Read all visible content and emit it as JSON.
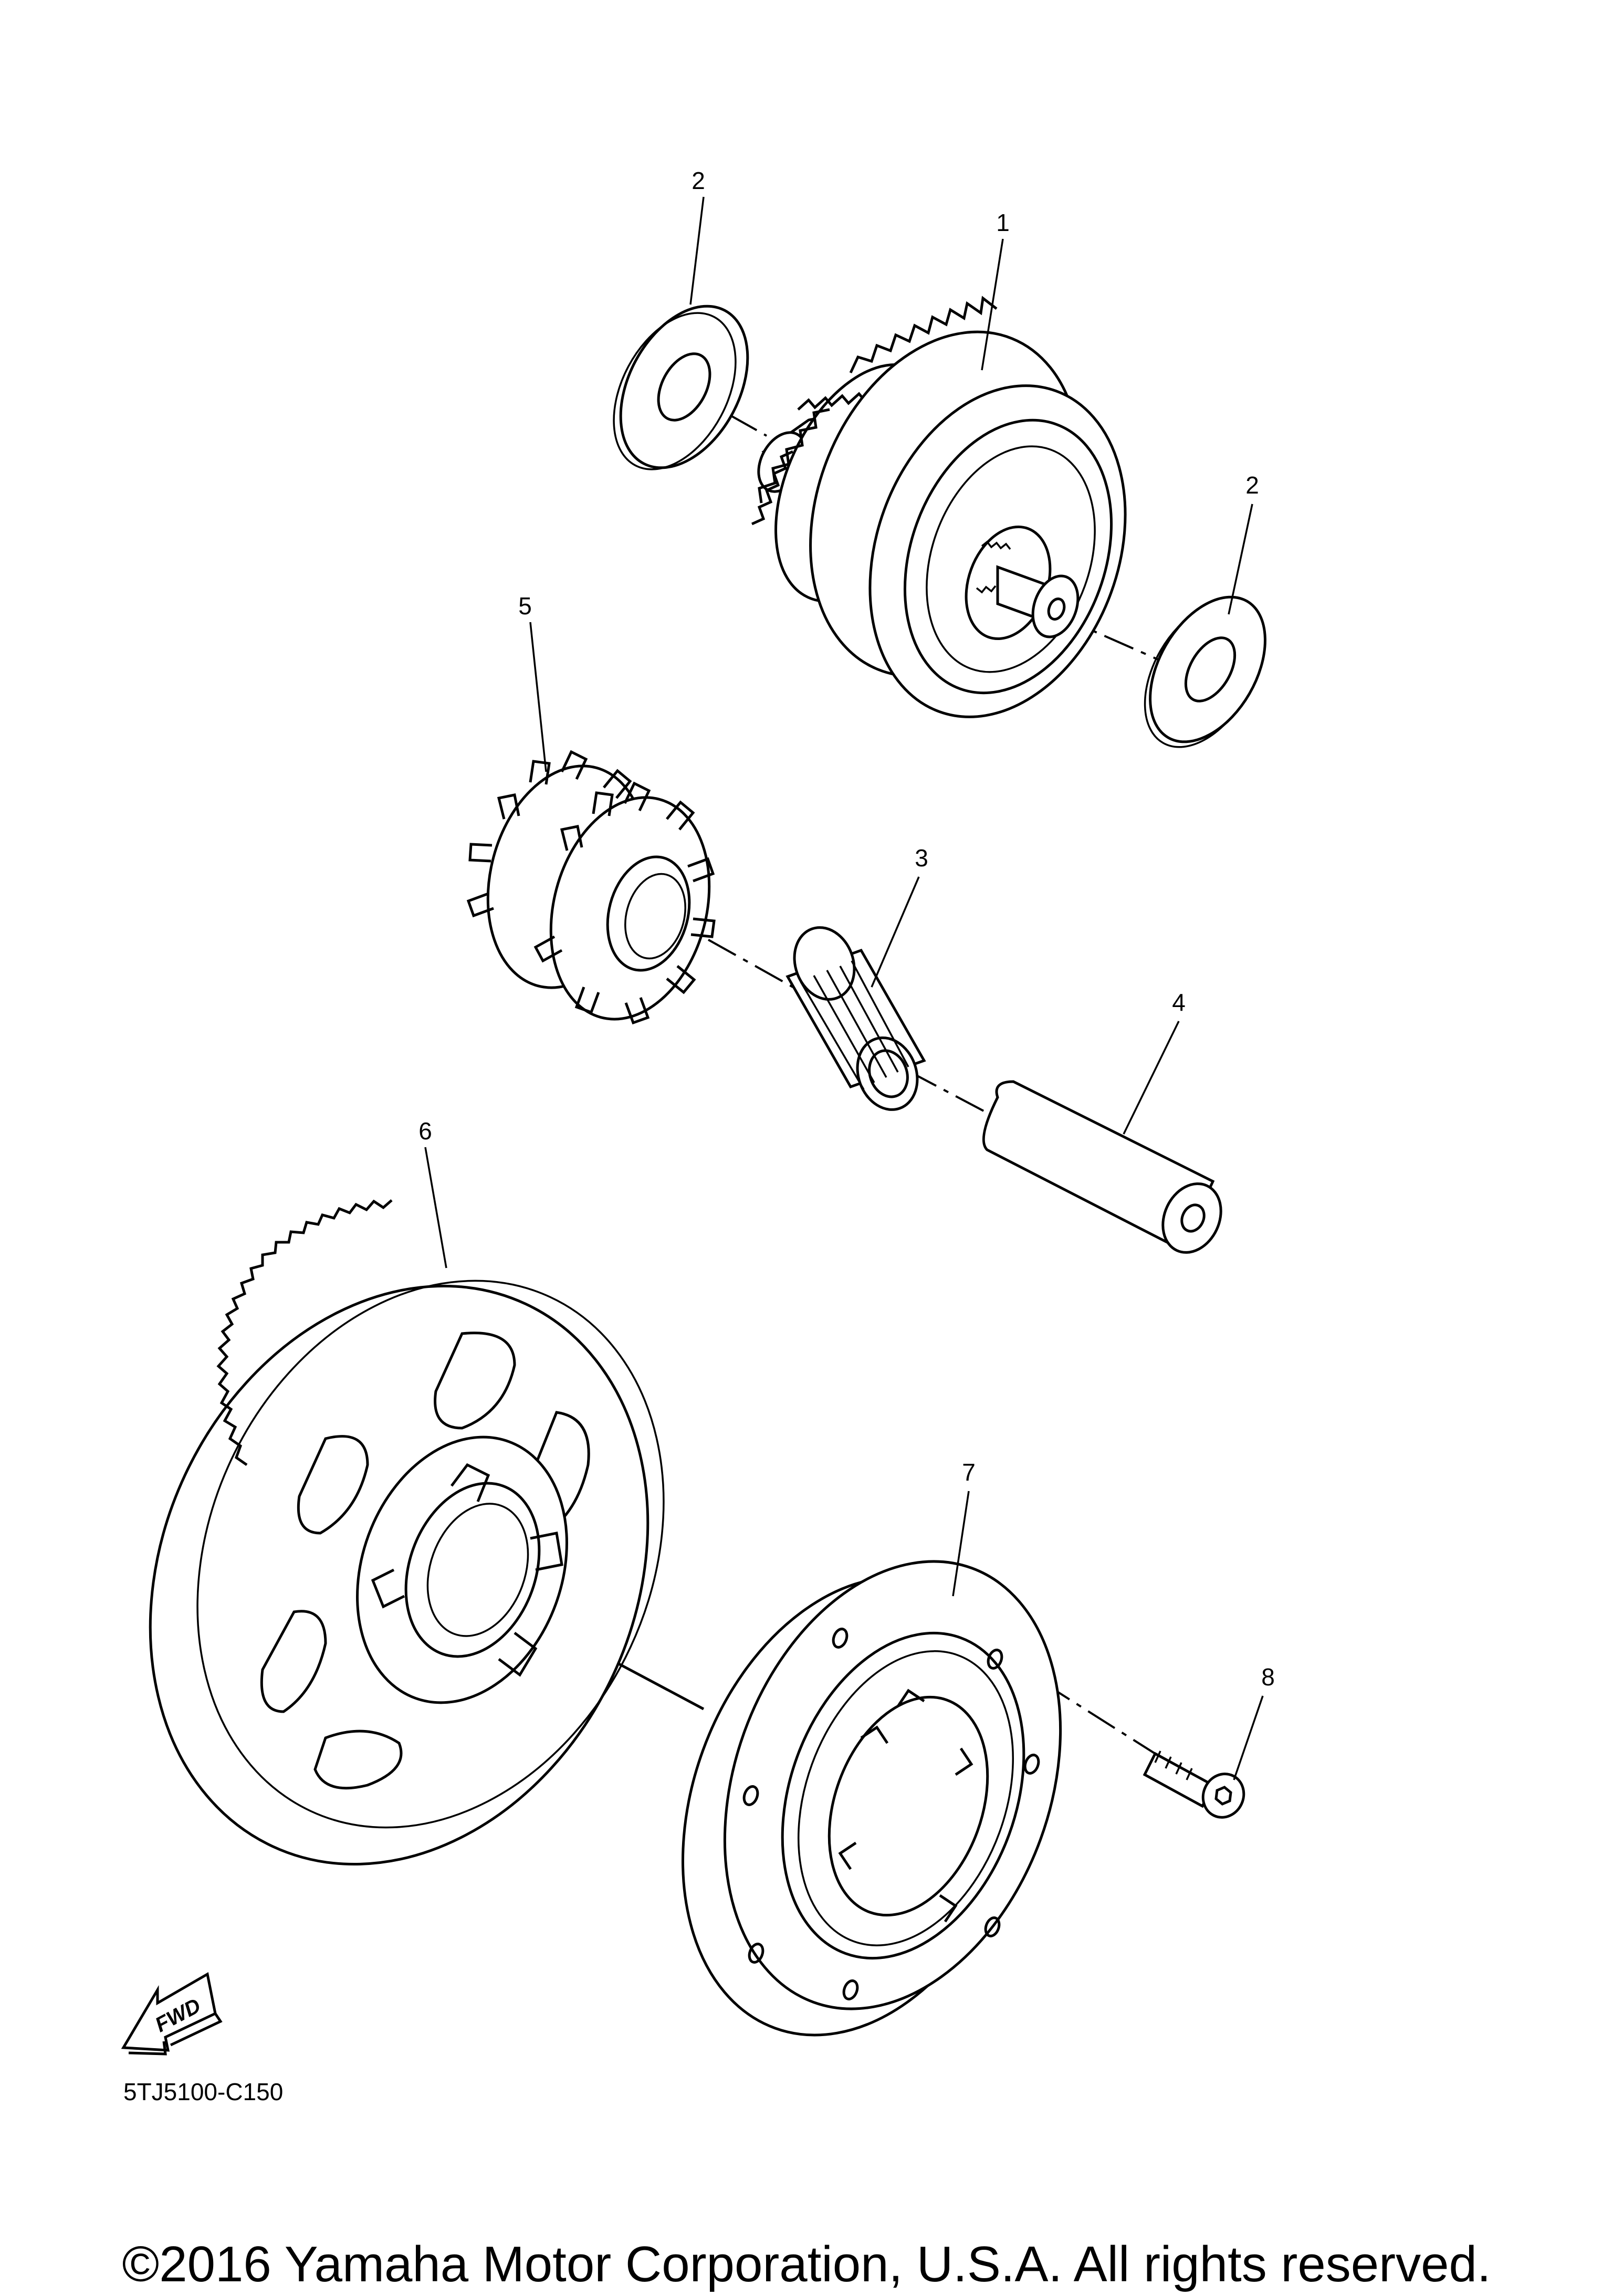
{
  "diagram": {
    "callouts": {
      "c1": "1",
      "c2a": "2",
      "c2b": "2",
      "c3": "3",
      "c4": "4",
      "c5": "5",
      "c6": "6",
      "c7": "7",
      "c8": "8"
    },
    "fwd_label": "FWD",
    "diagram_code": "5TJ5100-C150",
    "copyright": "©2016 Yamaha Motor Corporation, U.S.A. All rights reserved."
  }
}
